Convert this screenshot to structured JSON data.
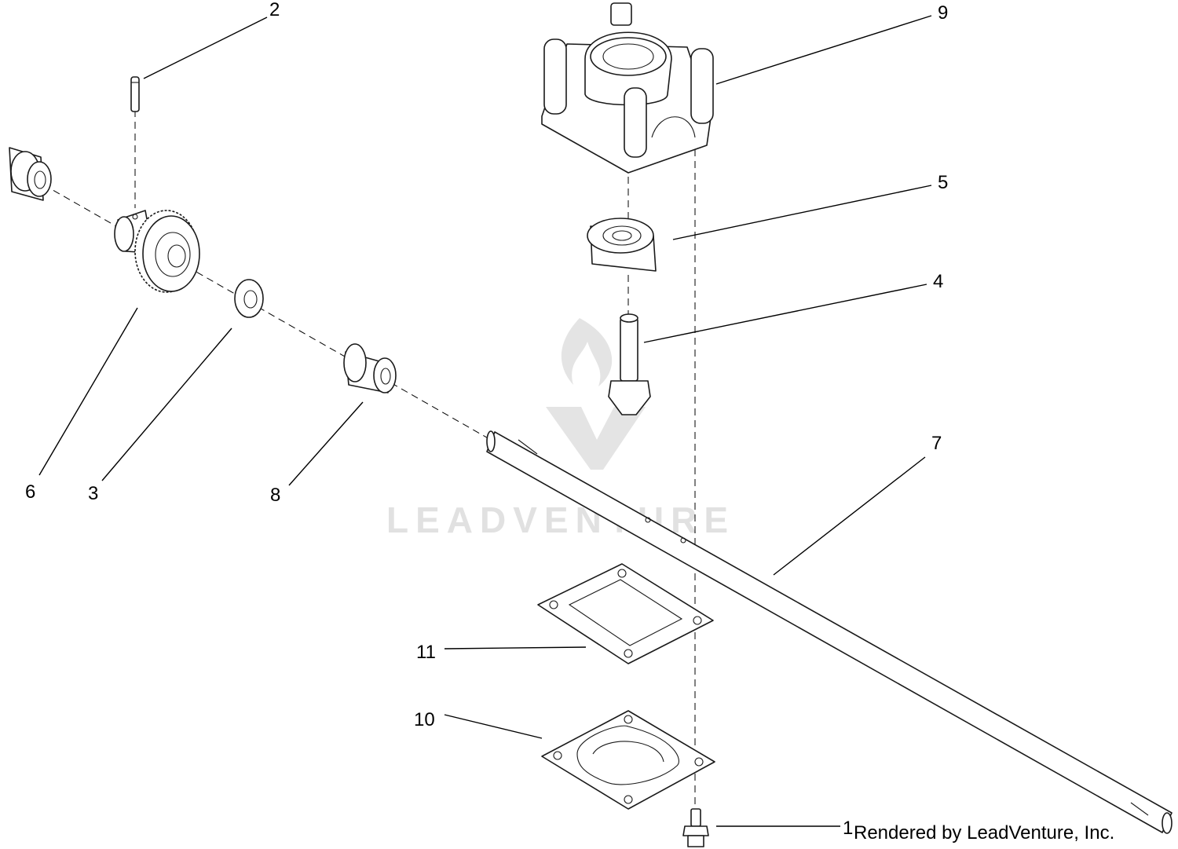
{
  "callouts": [
    {
      "id": "1",
      "label": "1"
    },
    {
      "id": "2",
      "label": "2"
    },
    {
      "id": "3",
      "label": "3"
    },
    {
      "id": "4",
      "label": "4"
    },
    {
      "id": "5",
      "label": "5"
    },
    {
      "id": "6",
      "label": "6"
    },
    {
      "id": "7",
      "label": "7"
    },
    {
      "id": "8",
      "label": "8"
    },
    {
      "id": "9",
      "label": "9"
    },
    {
      "id": "10",
      "label": "10"
    },
    {
      "id": "11",
      "label": "11"
    }
  ],
  "watermark": {
    "text": "LEADVENTURE",
    "logo_icon": "leadventure-flame-logo"
  },
  "credit": {
    "text": "Rendered by LeadVenture, Inc."
  }
}
